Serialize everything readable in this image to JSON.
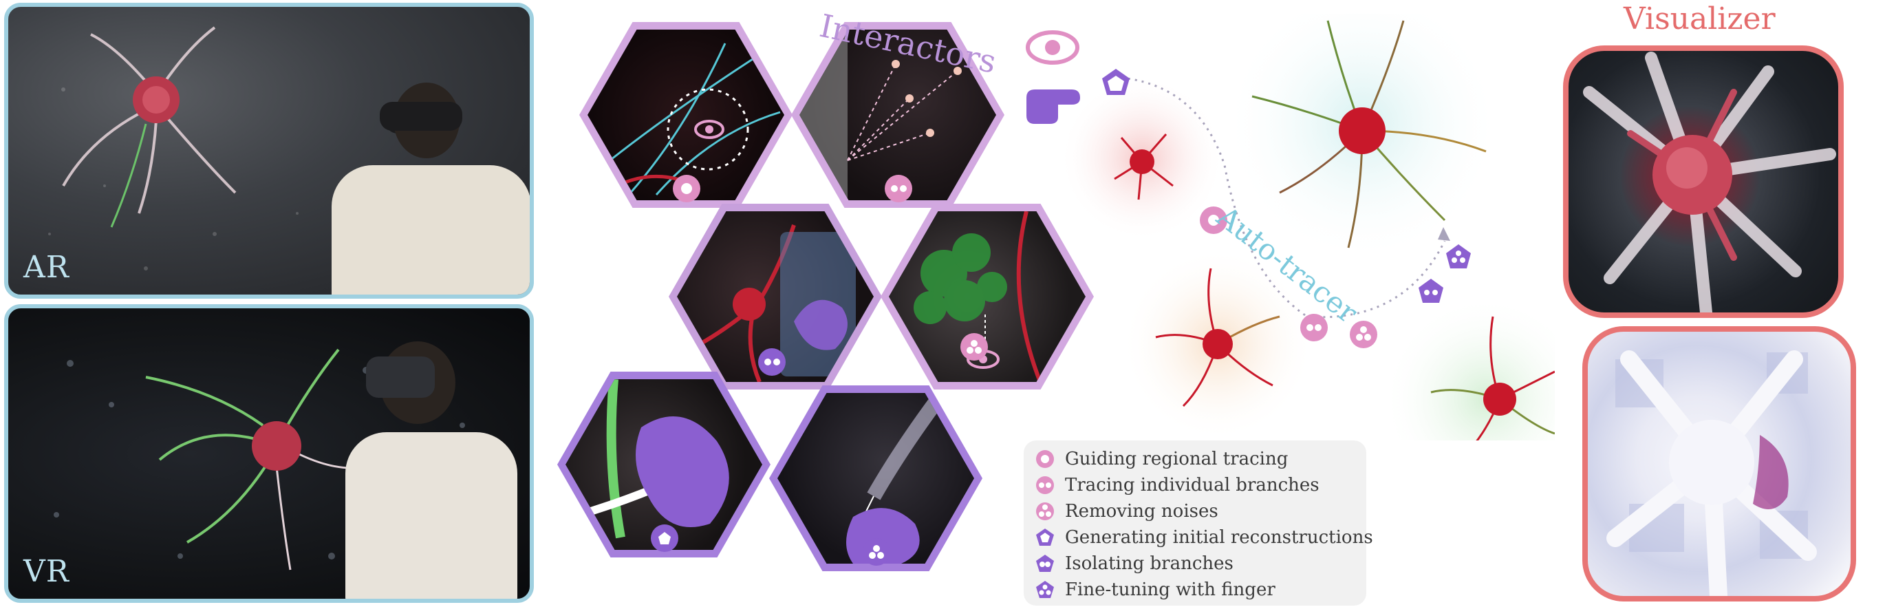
{
  "panels": {
    "ar_label": "AR",
    "vr_label": "VR"
  },
  "titles": {
    "interactors": "Interactors",
    "autotracer": "Auto-tracer",
    "visualizer": "Visualizer"
  },
  "legend": [
    {
      "icon": "hollow-circle-icon",
      "label": "Guiding regional tracing"
    },
    {
      "icon": "two-dot-circle-icon",
      "label": "Tracing individual branches"
    },
    {
      "icon": "three-dot-circle-icon",
      "label": "Removing noises"
    },
    {
      "icon": "hollow-pentagon-icon",
      "label": "Generating initial reconstructions"
    },
    {
      "icon": "two-dot-pentagon-icon",
      "label": "Isolating branches"
    },
    {
      "icon": "three-dot-pentagon-icon",
      "label": "Fine-tuning with finger"
    }
  ],
  "colors": {
    "panel_border": "#9fd0e0",
    "interactor_border": "#d2a8e0",
    "interactor_border_dark": "#a57fdc",
    "circle_badge": "#e08fc3",
    "pentagon_badge": "#8b5fd0",
    "visualizer_border": "#e87575",
    "neuron": "#c8182a"
  }
}
